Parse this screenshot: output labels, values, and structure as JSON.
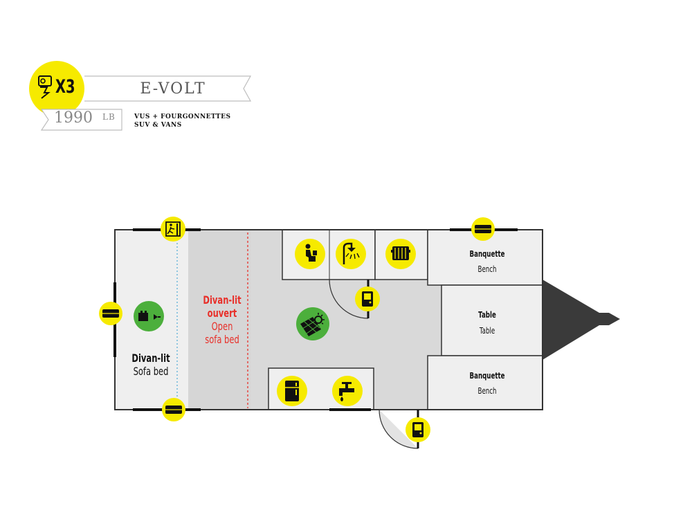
{
  "header": {
    "badge_code": "X3",
    "model_name": "E-VOLT",
    "weight_value": "1990",
    "weight_unit": "LB",
    "vehicle_line_1": "VUS + FOURGONNETTES",
    "vehicle_line_2": "SUV & VANS"
  },
  "floorplan": {
    "rear_bed": {
      "line1": "Divan-lit",
      "line2": "Sofa bed"
    },
    "open_bed": {
      "line1": "Divan-lit",
      "line2": "ouvert",
      "line3": "Open",
      "line4": "sofa bed"
    },
    "banquette_top": {
      "line1": "Banquette",
      "line2": "Bench"
    },
    "table": {
      "line1": "Table",
      "line2": "Table"
    },
    "banquette_bottom": {
      "line1": "Banquette",
      "line2": "Bench"
    }
  },
  "colors": {
    "icon_yellow": "#f6ea00",
    "icon_green": "#4caf3c",
    "open_bed_red": "#e8302a",
    "floor_gray": "#d9d9d9",
    "room_gray": "#efefef"
  },
  "icons": [
    "emergency-exit-icon",
    "window-icon",
    "toilet-icon",
    "shower-icon",
    "heater-icon",
    "door-icon",
    "solar-panel-icon",
    "battery-charger-icon",
    "fridge-icon",
    "sink-icon"
  ]
}
